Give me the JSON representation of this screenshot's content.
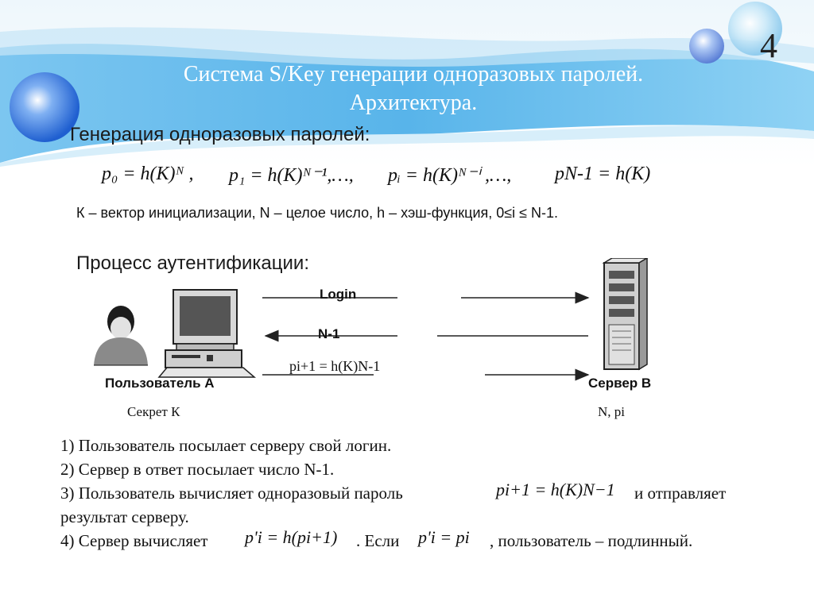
{
  "slide": {
    "number": "4",
    "title_line1": "Система S/Key генерации одноразовых паролей.",
    "title_line2": "Архитектура."
  },
  "generation": {
    "heading": "Генерация одноразовых паролей:",
    "f0": "p₀ = h(K)ᴺ ,",
    "f1": "p₁ = h(K)ᴺ⁻¹,…,",
    "fi": "pᵢ = h(K)ᴺ⁻ⁱ ,…,",
    "fn": "pN-1 = h(K)",
    "legend": "К – вектор инициализации, N – целое число, h – хэш-функция, 0≤i ≤ N-1."
  },
  "auth": {
    "heading": "Процесс аутентификации:",
    "arrow1_label": "Login",
    "arrow2_label": "N-1",
    "arrow3_label": "pi+1 = h(K)N-1",
    "user_label": "Пользователь А",
    "user_secret": "Секрет К",
    "server_label": "Сервер В",
    "server_data": "N, pi"
  },
  "steps": {
    "s1": "1) Пользователь посылает серверу свой логин.",
    "s2": "2) Сервер в ответ посылает число N-1.",
    "s3a": "3) Пользователь вычисляет одноразовый пароль",
    "s3eq": "pi+1 = h(K)N−1",
    "s3b": "и отправляет",
    "s3c": "результат серверу.",
    "s4a": "4) Сервер вычисляет",
    "s4eq1": "p'i = h(pi+1)",
    "s4b": ". Если",
    "s4eq2": "p'i = pi",
    "s4c": ", пользователь – подлинный."
  },
  "colors": {
    "banner_light": "#dff1fb",
    "banner_mid": "#8fd0f2",
    "banner_deep": "#2b9be0",
    "orb": "#3f7de0"
  }
}
